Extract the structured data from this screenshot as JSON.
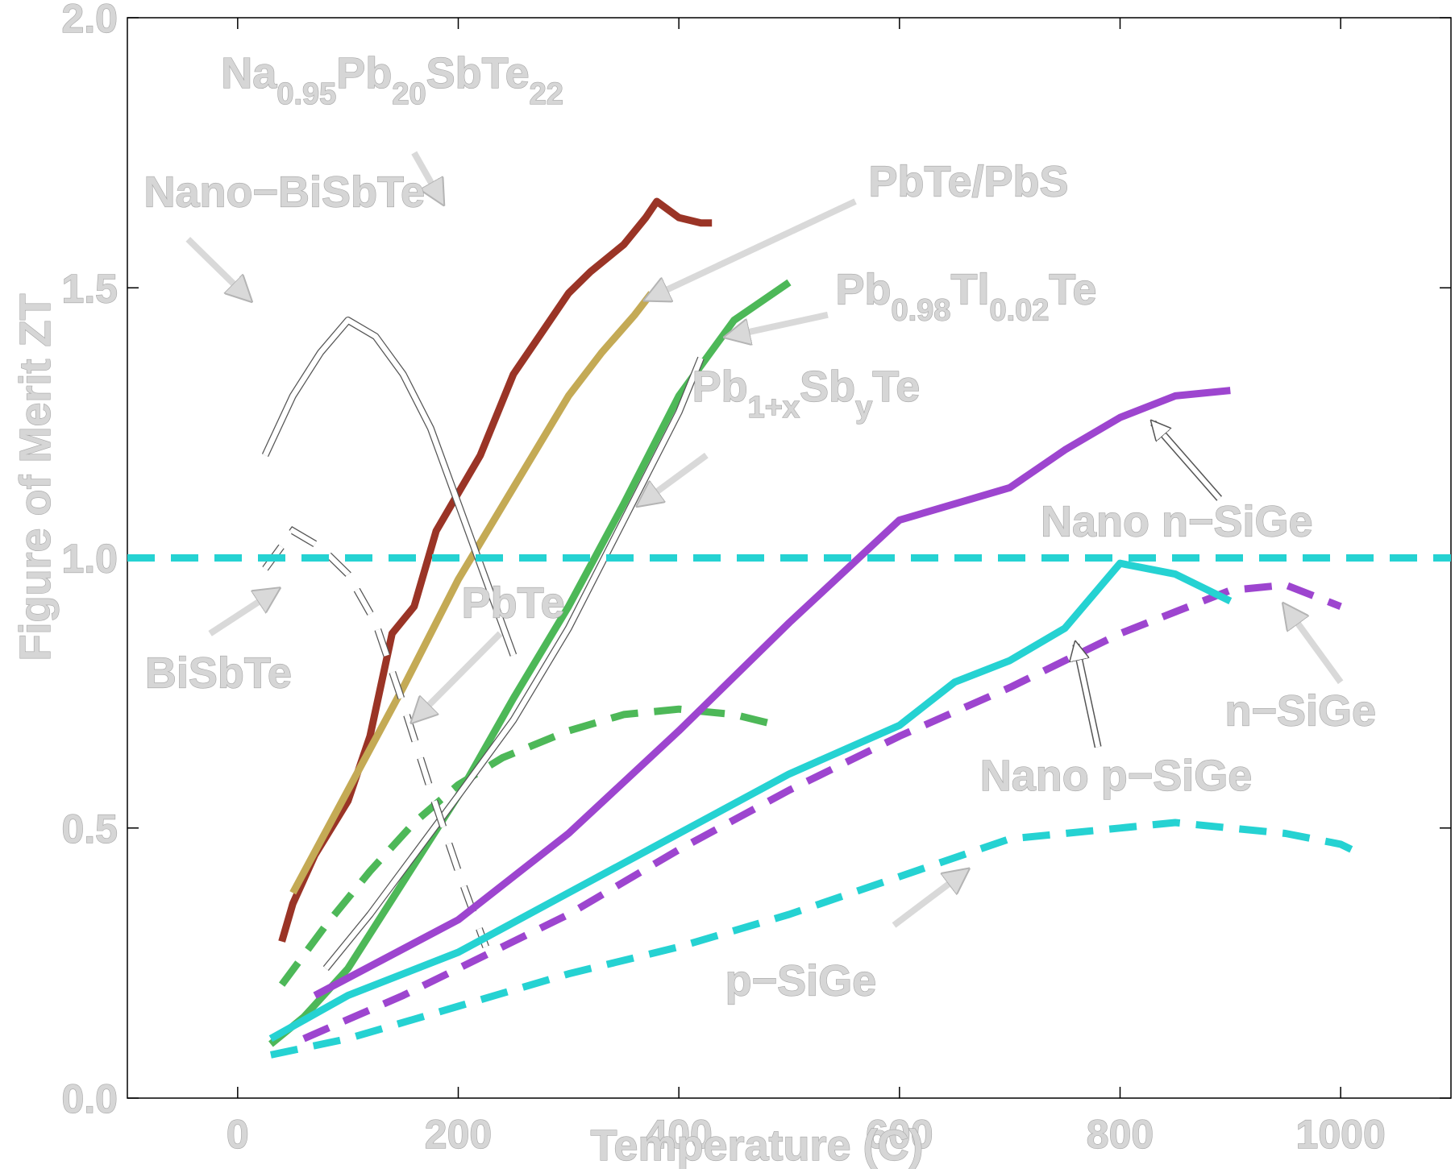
{
  "chart_data": {
    "type": "line",
    "xlabel": "Temperature (C)",
    "ylabel": "Figure of Merit ZT",
    "xlim": [
      -100,
      1100
    ],
    "ylim": [
      0,
      2
    ],
    "xticks": [
      0,
      200,
      400,
      600,
      800,
      1000
    ],
    "yticks": [
      0,
      0.5,
      1,
      1.5,
      2
    ],
    "xtick_labels": [
      "0",
      "200",
      "400",
      "600",
      "800",
      "1000"
    ],
    "ytick_labels": [
      "0.0",
      "0.5",
      "1.0",
      "1.5",
      "2.0"
    ],
    "grid": false,
    "series": [
      {
        "name": "Na0.95Pb20SbTe22",
        "color": "#9a3426",
        "style": "solid",
        "x": [
          40,
          50,
          70,
          100,
          120,
          140,
          160,
          180,
          200,
          220,
          250,
          270,
          300,
          320,
          350,
          370,
          380,
          400,
          420,
          430
        ],
        "y": [
          0.29,
          0.36,
          0.45,
          0.55,
          0.67,
          0.86,
          0.91,
          1.05,
          1.12,
          1.19,
          1.34,
          1.4,
          1.49,
          1.53,
          1.58,
          1.63,
          1.66,
          1.63,
          1.62,
          1.62
        ]
      },
      {
        "name": "PbTe/PbS",
        "color": "#c4aa55",
        "style": "solid",
        "x": [
          50,
          100,
          150,
          200,
          250,
          300,
          330,
          360,
          375
        ],
        "y": [
          0.38,
          0.57,
          0.76,
          0.96,
          1.13,
          1.3,
          1.38,
          1.45,
          1.49
        ]
      },
      {
        "name": "Pb0.98Tl0.02Te",
        "color": "#4db858",
        "style": "solid",
        "x": [
          30,
          60,
          100,
          150,
          200,
          250,
          300,
          350,
          400,
          450,
          500
        ],
        "y": [
          0.1,
          0.15,
          0.24,
          0.4,
          0.56,
          0.74,
          0.91,
          1.1,
          1.3,
          1.44,
          1.51
        ]
      },
      {
        "name": "PbTe",
        "color": "#4db858",
        "style": "dashed",
        "x": [
          40,
          80,
          120,
          160,
          200,
          240,
          300,
          350,
          400,
          450,
          490
        ],
        "y": [
          0.21,
          0.32,
          0.42,
          0.51,
          0.58,
          0.63,
          0.68,
          0.71,
          0.72,
          0.71,
          0.69
        ]
      },
      {
        "name": "Pb1+xSbyTe",
        "color": "#ffffff",
        "style": "outline",
        "x": [
          80,
          120,
          160,
          200,
          250,
          300,
          350,
          400,
          420
        ],
        "y": [
          0.24,
          0.34,
          0.45,
          0.56,
          0.7,
          0.87,
          1.07,
          1.27,
          1.37
        ]
      },
      {
        "name": "Nano-BiSbTe",
        "color": "#ffffff",
        "style": "outline",
        "x": [
          25,
          50,
          75,
          100,
          125,
          150,
          175,
          200,
          225,
          250
        ],
        "y": [
          1.19,
          1.3,
          1.38,
          1.44,
          1.41,
          1.34,
          1.24,
          1.1,
          0.96,
          0.82
        ]
      },
      {
        "name": "BiSbTe",
        "color": "#ffffff",
        "style": "outline-dashed",
        "x": [
          25,
          50,
          75,
          100,
          125,
          150,
          175,
          200,
          225
        ],
        "y": [
          0.98,
          1.05,
          1.02,
          0.97,
          0.88,
          0.73,
          0.57,
          0.42,
          0.28
        ]
      },
      {
        "name": "Nano n-SiGe",
        "color": "#9d45cf",
        "style": "solid",
        "x": [
          70,
          200,
          300,
          400,
          500,
          600,
          700,
          750,
          800,
          850,
          900
        ],
        "y": [
          0.19,
          0.33,
          0.49,
          0.68,
          0.88,
          1.07,
          1.13,
          1.2,
          1.26,
          1.3,
          1.31
        ]
      },
      {
        "name": "n-SiGe",
        "color": "#9d45cf",
        "style": "dashed",
        "x": [
          60,
          150,
          200,
          300,
          400,
          500,
          600,
          700,
          800,
          850,
          900,
          950,
          1000
        ],
        "y": [
          0.11,
          0.19,
          0.24,
          0.34,
          0.46,
          0.57,
          0.67,
          0.76,
          0.86,
          0.9,
          0.94,
          0.95,
          0.91
        ]
      },
      {
        "name": "Nano p-SiGe",
        "color": "#25d2d2",
        "style": "solid",
        "x": [
          30,
          100,
          200,
          300,
          400,
          500,
          600,
          650,
          700,
          750,
          800,
          850,
          900
        ],
        "y": [
          0.11,
          0.19,
          0.27,
          0.38,
          0.49,
          0.6,
          0.69,
          0.77,
          0.81,
          0.87,
          0.99,
          0.97,
          0.92
        ]
      },
      {
        "name": "p-SiGe",
        "color": "#25d2d2",
        "style": "dashed",
        "x": [
          30,
          100,
          200,
          300,
          400,
          500,
          600,
          700,
          800,
          850,
          900,
          950,
          1000,
          1020
        ],
        "y": [
          0.08,
          0.11,
          0.17,
          0.23,
          0.28,
          0.34,
          0.41,
          0.48,
          0.5,
          0.51,
          0.5,
          0.49,
          0.47,
          0.45
        ]
      },
      {
        "name": "ZT = 1",
        "color": "#25d2d2",
        "style": "dashed",
        "x": [
          -100,
          1100
        ],
        "y": [
          1.0,
          1.0
        ]
      }
    ],
    "annotations": [
      {
        "id": "na-pbsbte",
        "base": "Na",
        "parts": [
          [
            "0.95",
            "sub"
          ],
          [
            "Pb",
            "n"
          ],
          [
            "20",
            "sub"
          ],
          [
            "SbTe",
            "n"
          ],
          [
            "22",
            "sub"
          ]
        ],
        "text_x": -15,
        "text_y": 1.87,
        "arrow_from": [
          160,
          1.75
        ],
        "arrow_to": [
          185,
          1.66
        ],
        "arrow_style": "gray"
      },
      {
        "id": "pbte-pbs",
        "text": "PbTe/PbS",
        "text_x": 572,
        "text_y": 1.67,
        "arrow_from": [
          560,
          1.66
        ],
        "arrow_to": [
          372,
          1.48
        ],
        "arrow_style": "gray"
      },
      {
        "id": "nano-bisbte",
        "text": "Nano−BiSbTe",
        "text_x": -85,
        "text_y": 1.65,
        "arrow_from": [
          -45,
          1.59
        ],
        "arrow_to": [
          10,
          1.48
        ],
        "arrow_style": "gray"
      },
      {
        "id": "pbtlte",
        "base": "Pb",
        "parts": [
          [
            "0.98",
            "sub"
          ],
          [
            "Tl",
            "n"
          ],
          [
            "0.02",
            "sub"
          ],
          [
            "Te",
            "n"
          ]
        ],
        "text_x": 542,
        "text_y": 1.47,
        "arrow_from": [
          535,
          1.45
        ],
        "arrow_to": [
          445,
          1.41
        ],
        "arrow_style": "gray"
      },
      {
        "id": "pbsbte",
        "base": "Pb",
        "parts": [
          [
            "1+x",
            "sub"
          ],
          [
            "Sb",
            "n"
          ],
          [
            "y",
            "sub"
          ],
          [
            "Te",
            "n"
          ]
        ],
        "text_x": 412,
        "text_y": 1.29,
        "arrow_from": [
          425,
          1.19
        ],
        "arrow_to": [
          365,
          1.1
        ],
        "arrow_style": "gray"
      },
      {
        "id": "nano-n-sige",
        "text": "Nano n−SiGe",
        "text_x": 728,
        "text_y": 1.04,
        "arrow_from": [
          890,
          1.11
        ],
        "arrow_to": [
          830,
          1.25
        ],
        "arrow_style": "outline"
      },
      {
        "id": "bisbte",
        "text": "BiSbTe",
        "text_x": -84,
        "text_y": 0.76,
        "arrow_from": [
          -25,
          0.86
        ],
        "arrow_to": [
          35,
          0.94
        ],
        "arrow_style": "gray"
      },
      {
        "id": "pbte",
        "text": "PbTe",
        "text_x": 203,
        "text_y": 0.89,
        "arrow_from": [
          238,
          0.86
        ],
        "arrow_to": [
          160,
          0.7
        ],
        "arrow_style": "gray"
      },
      {
        "id": "n-sige",
        "text": "n−SiGe",
        "text_x": 895,
        "text_y": 0.69,
        "arrow_from": [
          1000,
          0.77
        ],
        "arrow_to": [
          950,
          0.91
        ],
        "arrow_style": "gray"
      },
      {
        "id": "nano-p-sige",
        "text": "Nano p−SiGe",
        "text_x": 673,
        "text_y": 0.57,
        "arrow_from": [
          780,
          0.65
        ],
        "arrow_to": [
          760,
          0.84
        ],
        "arrow_style": "outline"
      },
      {
        "id": "p-sige",
        "text": "p−SiGe",
        "text_x": 442,
        "text_y": 0.19,
        "arrow_from": [
          595,
          0.32
        ],
        "arrow_to": [
          660,
          0.42
        ],
        "arrow_style": "gray"
      }
    ]
  }
}
